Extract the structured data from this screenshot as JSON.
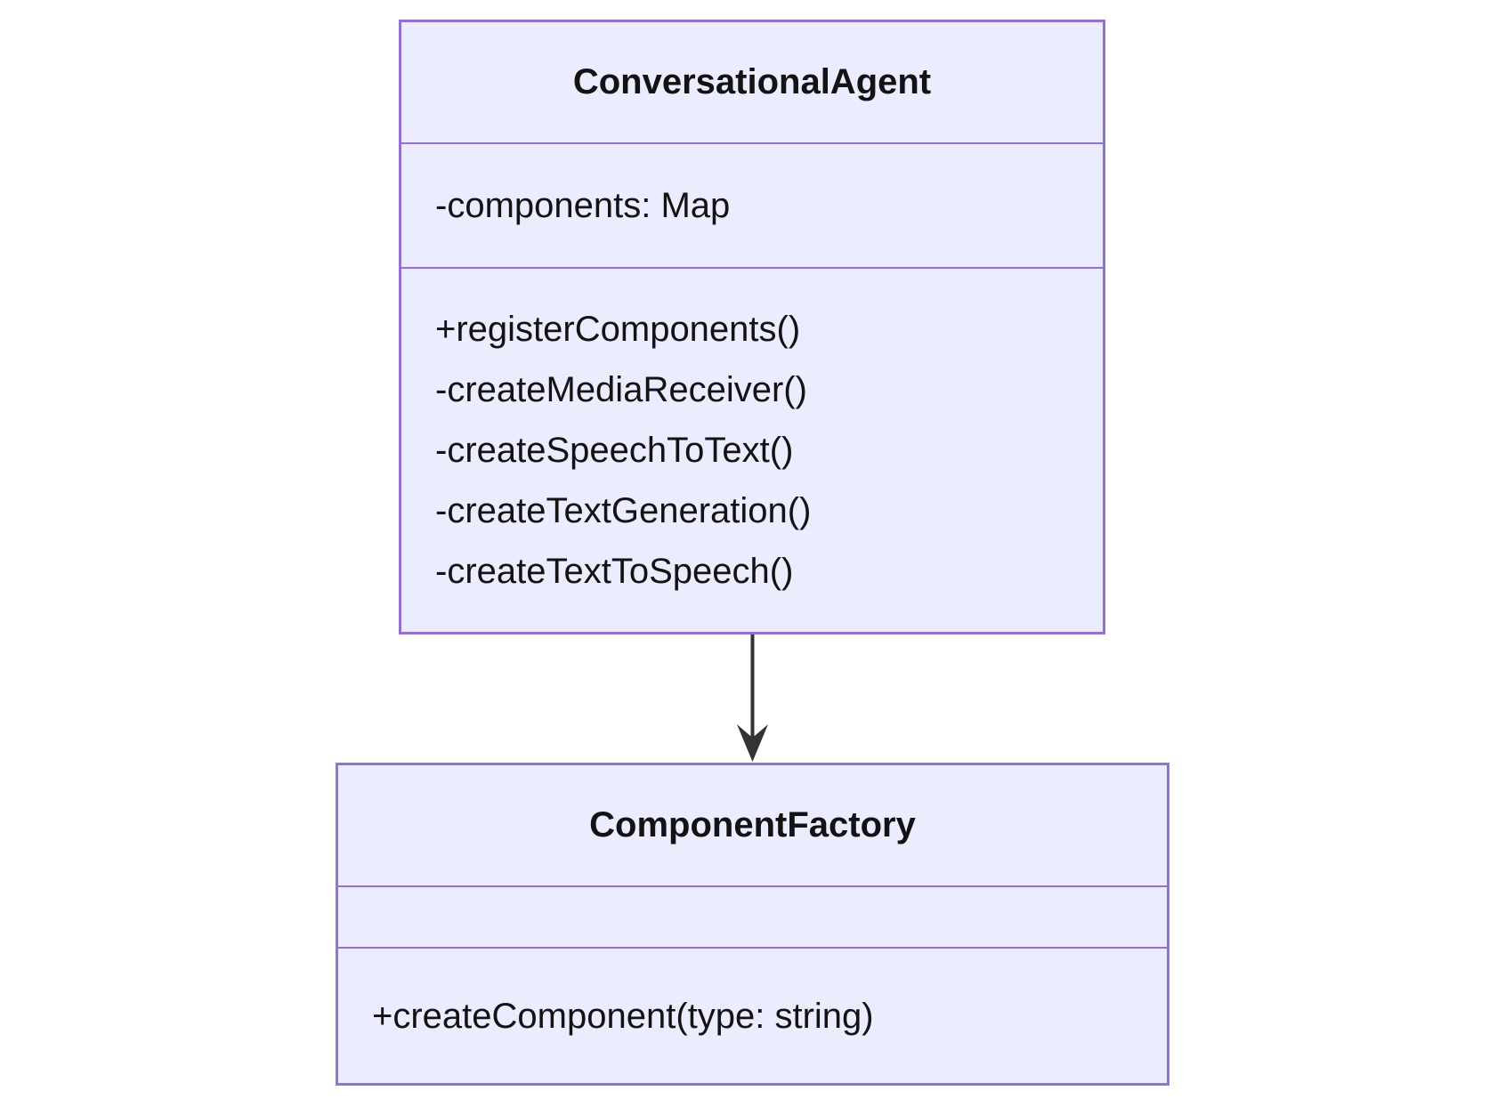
{
  "diagram_type": "uml-class-diagram",
  "classes": [
    {
      "name": "ConversationalAgent",
      "attributes": [
        "-components: Map"
      ],
      "methods": [
        "+registerComponents()",
        "-createMediaReceiver()",
        "-createSpeechToText()",
        "-createTextGeneration()",
        "-createTextToSpeech()"
      ]
    },
    {
      "name": "ComponentFactory",
      "attributes": [],
      "methods": [
        "+createComponent(type: string)"
      ]
    }
  ],
  "relations": [
    {
      "from": "ConversationalAgent",
      "to": "ComponentFactory",
      "style": "solid-arrow-down"
    }
  ],
  "colors": {
    "node_fill": "#ECECFF",
    "node_border": "#9370DB",
    "text_color": "#131313",
    "arrow_color": "#333333",
    "bg_color": "#FFFFFF"
  }
}
